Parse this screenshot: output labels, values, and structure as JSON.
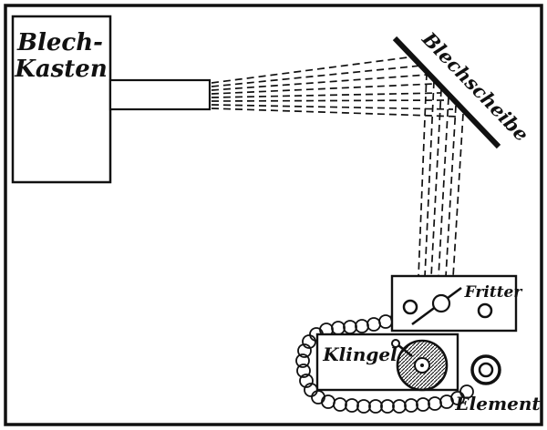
{
  "diagram": {
    "type": "physics-apparatus-diagram",
    "description_labels": {
      "transmitter_line1": "Blech-",
      "transmitter_line2": "Kasten",
      "reflector": "Blechscheibe",
      "coherer": "Fritter",
      "bell": "Klingel",
      "battery": "Element"
    },
    "colors": {
      "ink": "#111111",
      "paper": "#ffffff"
    }
  }
}
